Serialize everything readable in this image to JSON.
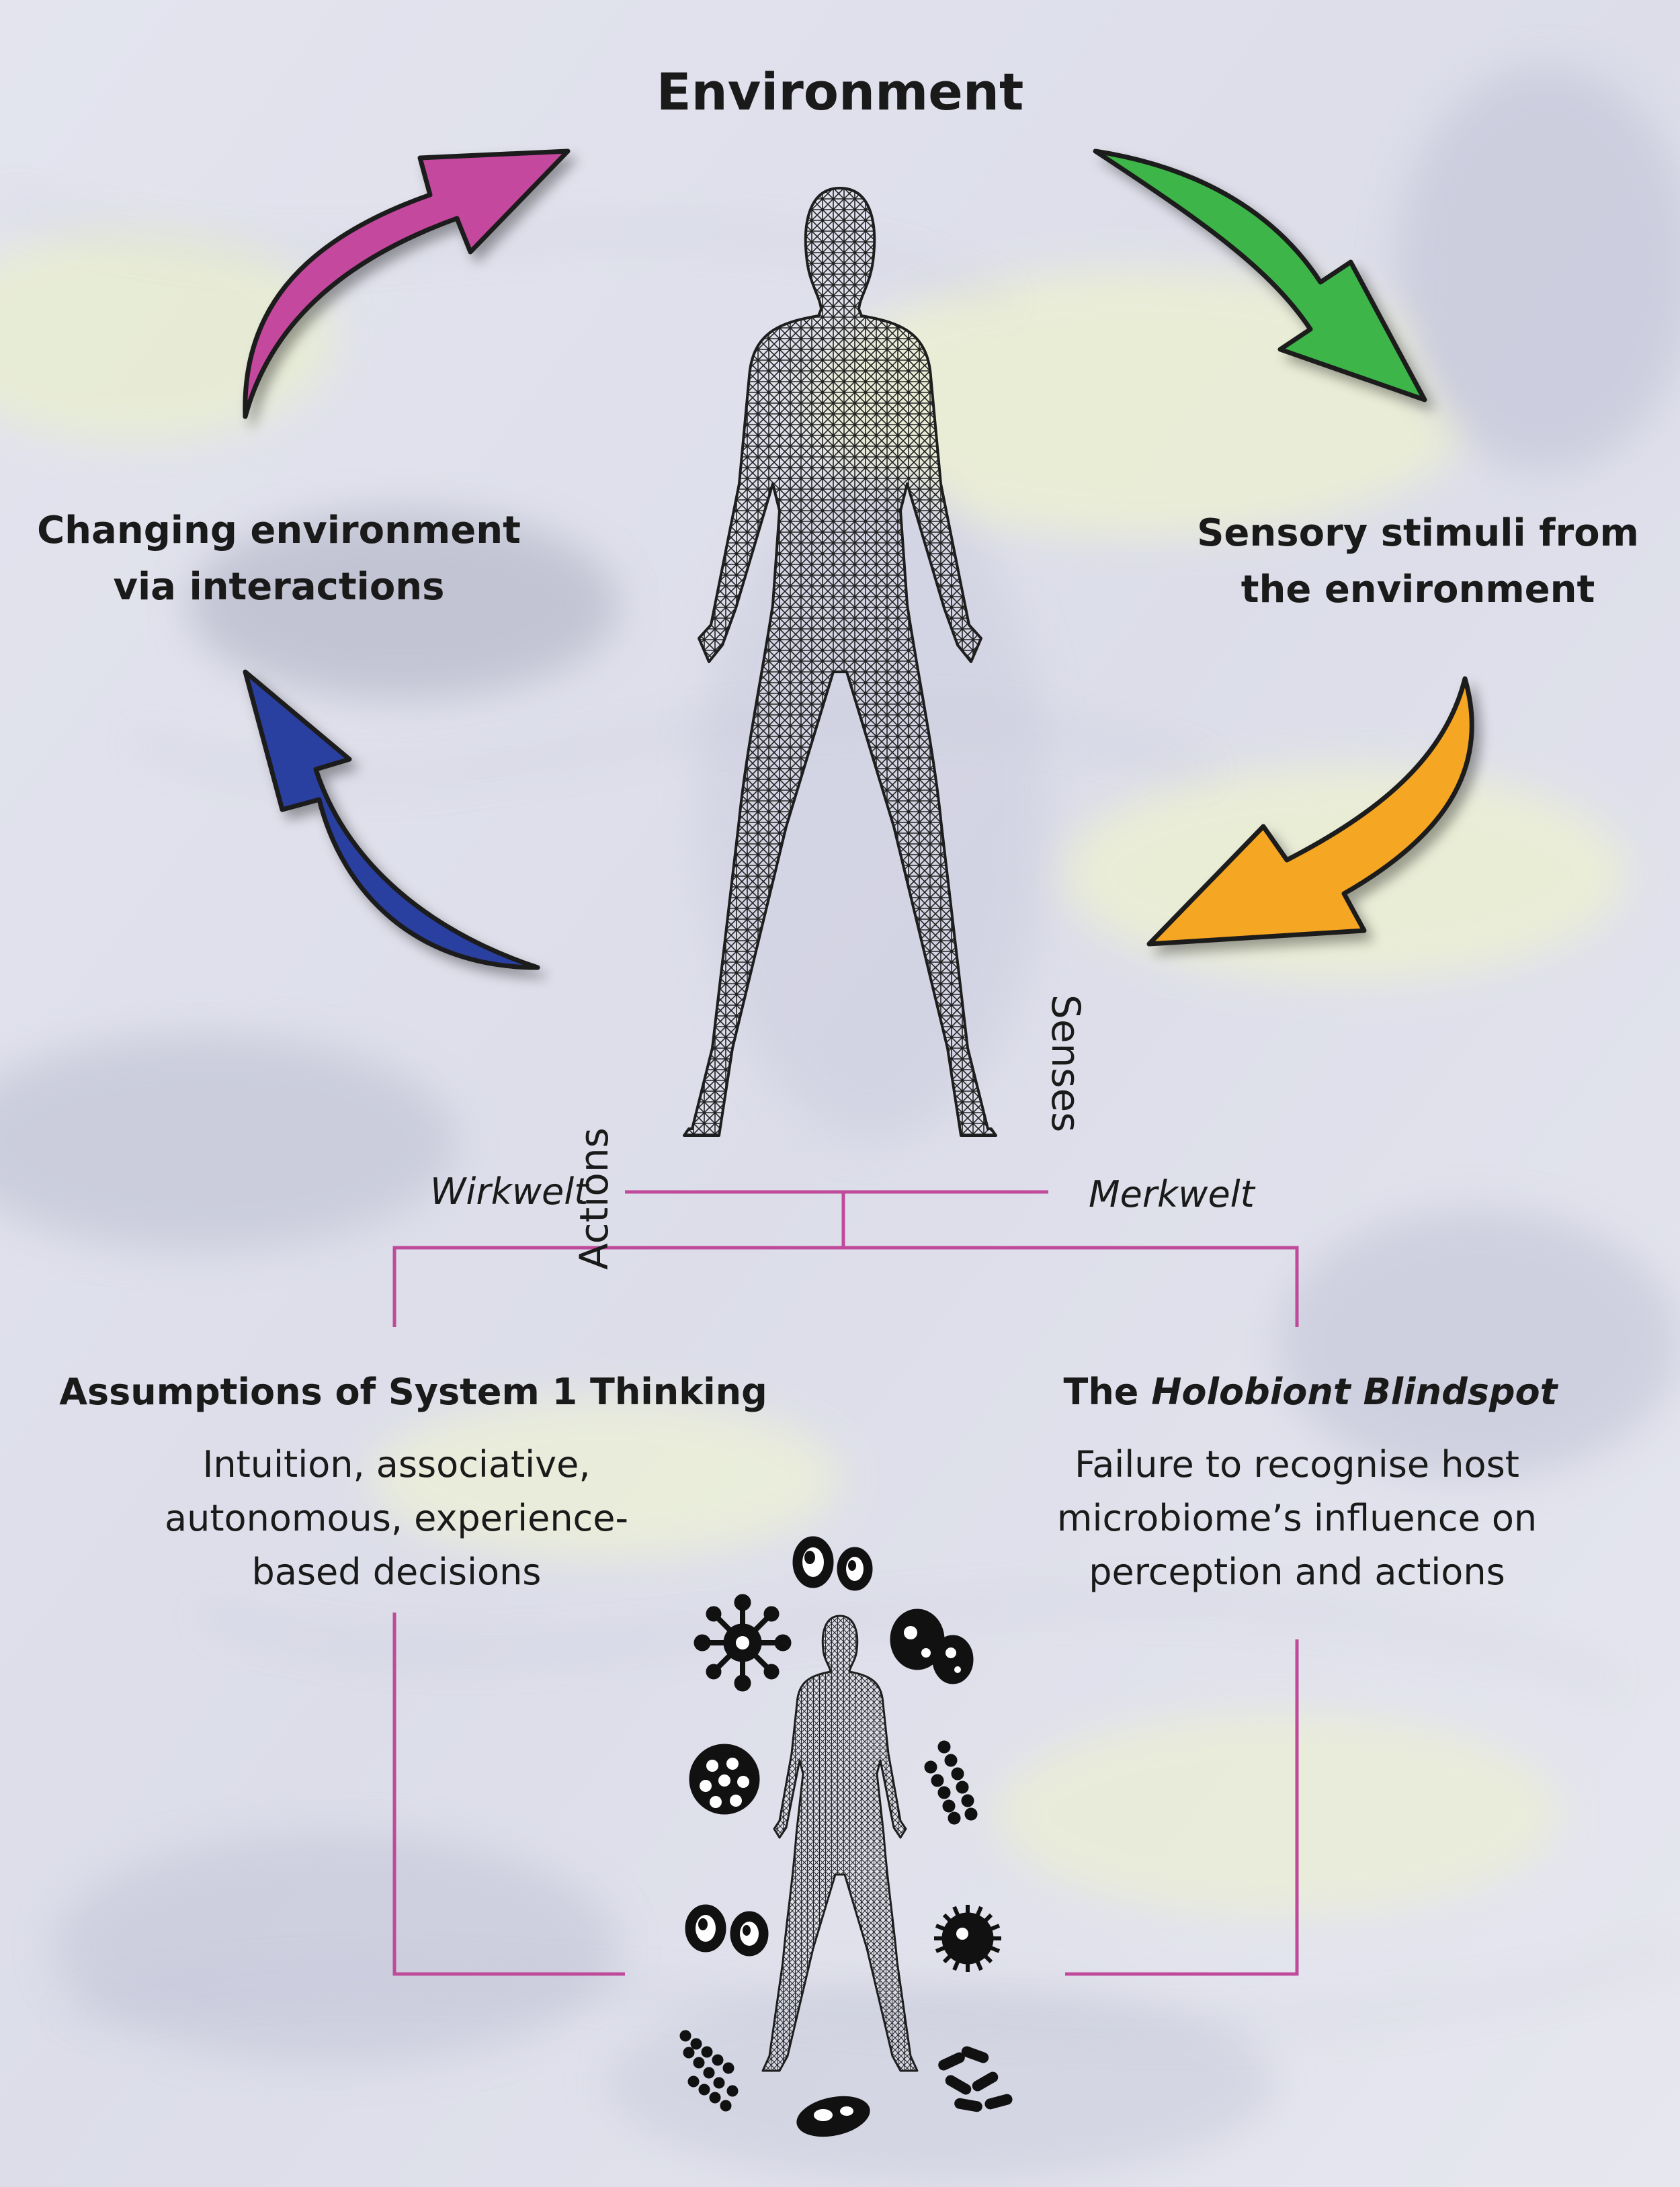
{
  "title": "Environment",
  "cycle": {
    "top_right_label": [
      "Sensory stimuli from",
      "the environment"
    ],
    "top_left_label": [
      "Changing environment",
      "via interactions"
    ],
    "arrow_colors": {
      "green": "#3cb54a",
      "orange": "#f5a623",
      "blue": "#2b3fa0",
      "magenta": "#c4489e"
    },
    "actions_label": "Actions",
    "senses_label": "Senses"
  },
  "worlds": {
    "wirkwelt": "Wirkwelt",
    "merkwelt": "Merkwelt",
    "connector_color": "#c04a9a"
  },
  "system1": {
    "title": "Assumptions of System 1 Thinking",
    "description": "Intuition, associative, autonomous, experience-based decisions"
  },
  "holobiont": {
    "title_prefix": "The ",
    "title_italic": "Holobiont Blindspot",
    "description": "Failure to recognise host microbiome’s influence on perception and actions"
  },
  "icons": [
    "wireframe-human-figure",
    "small-wireframe-human-figure",
    "microbe-icon"
  ]
}
